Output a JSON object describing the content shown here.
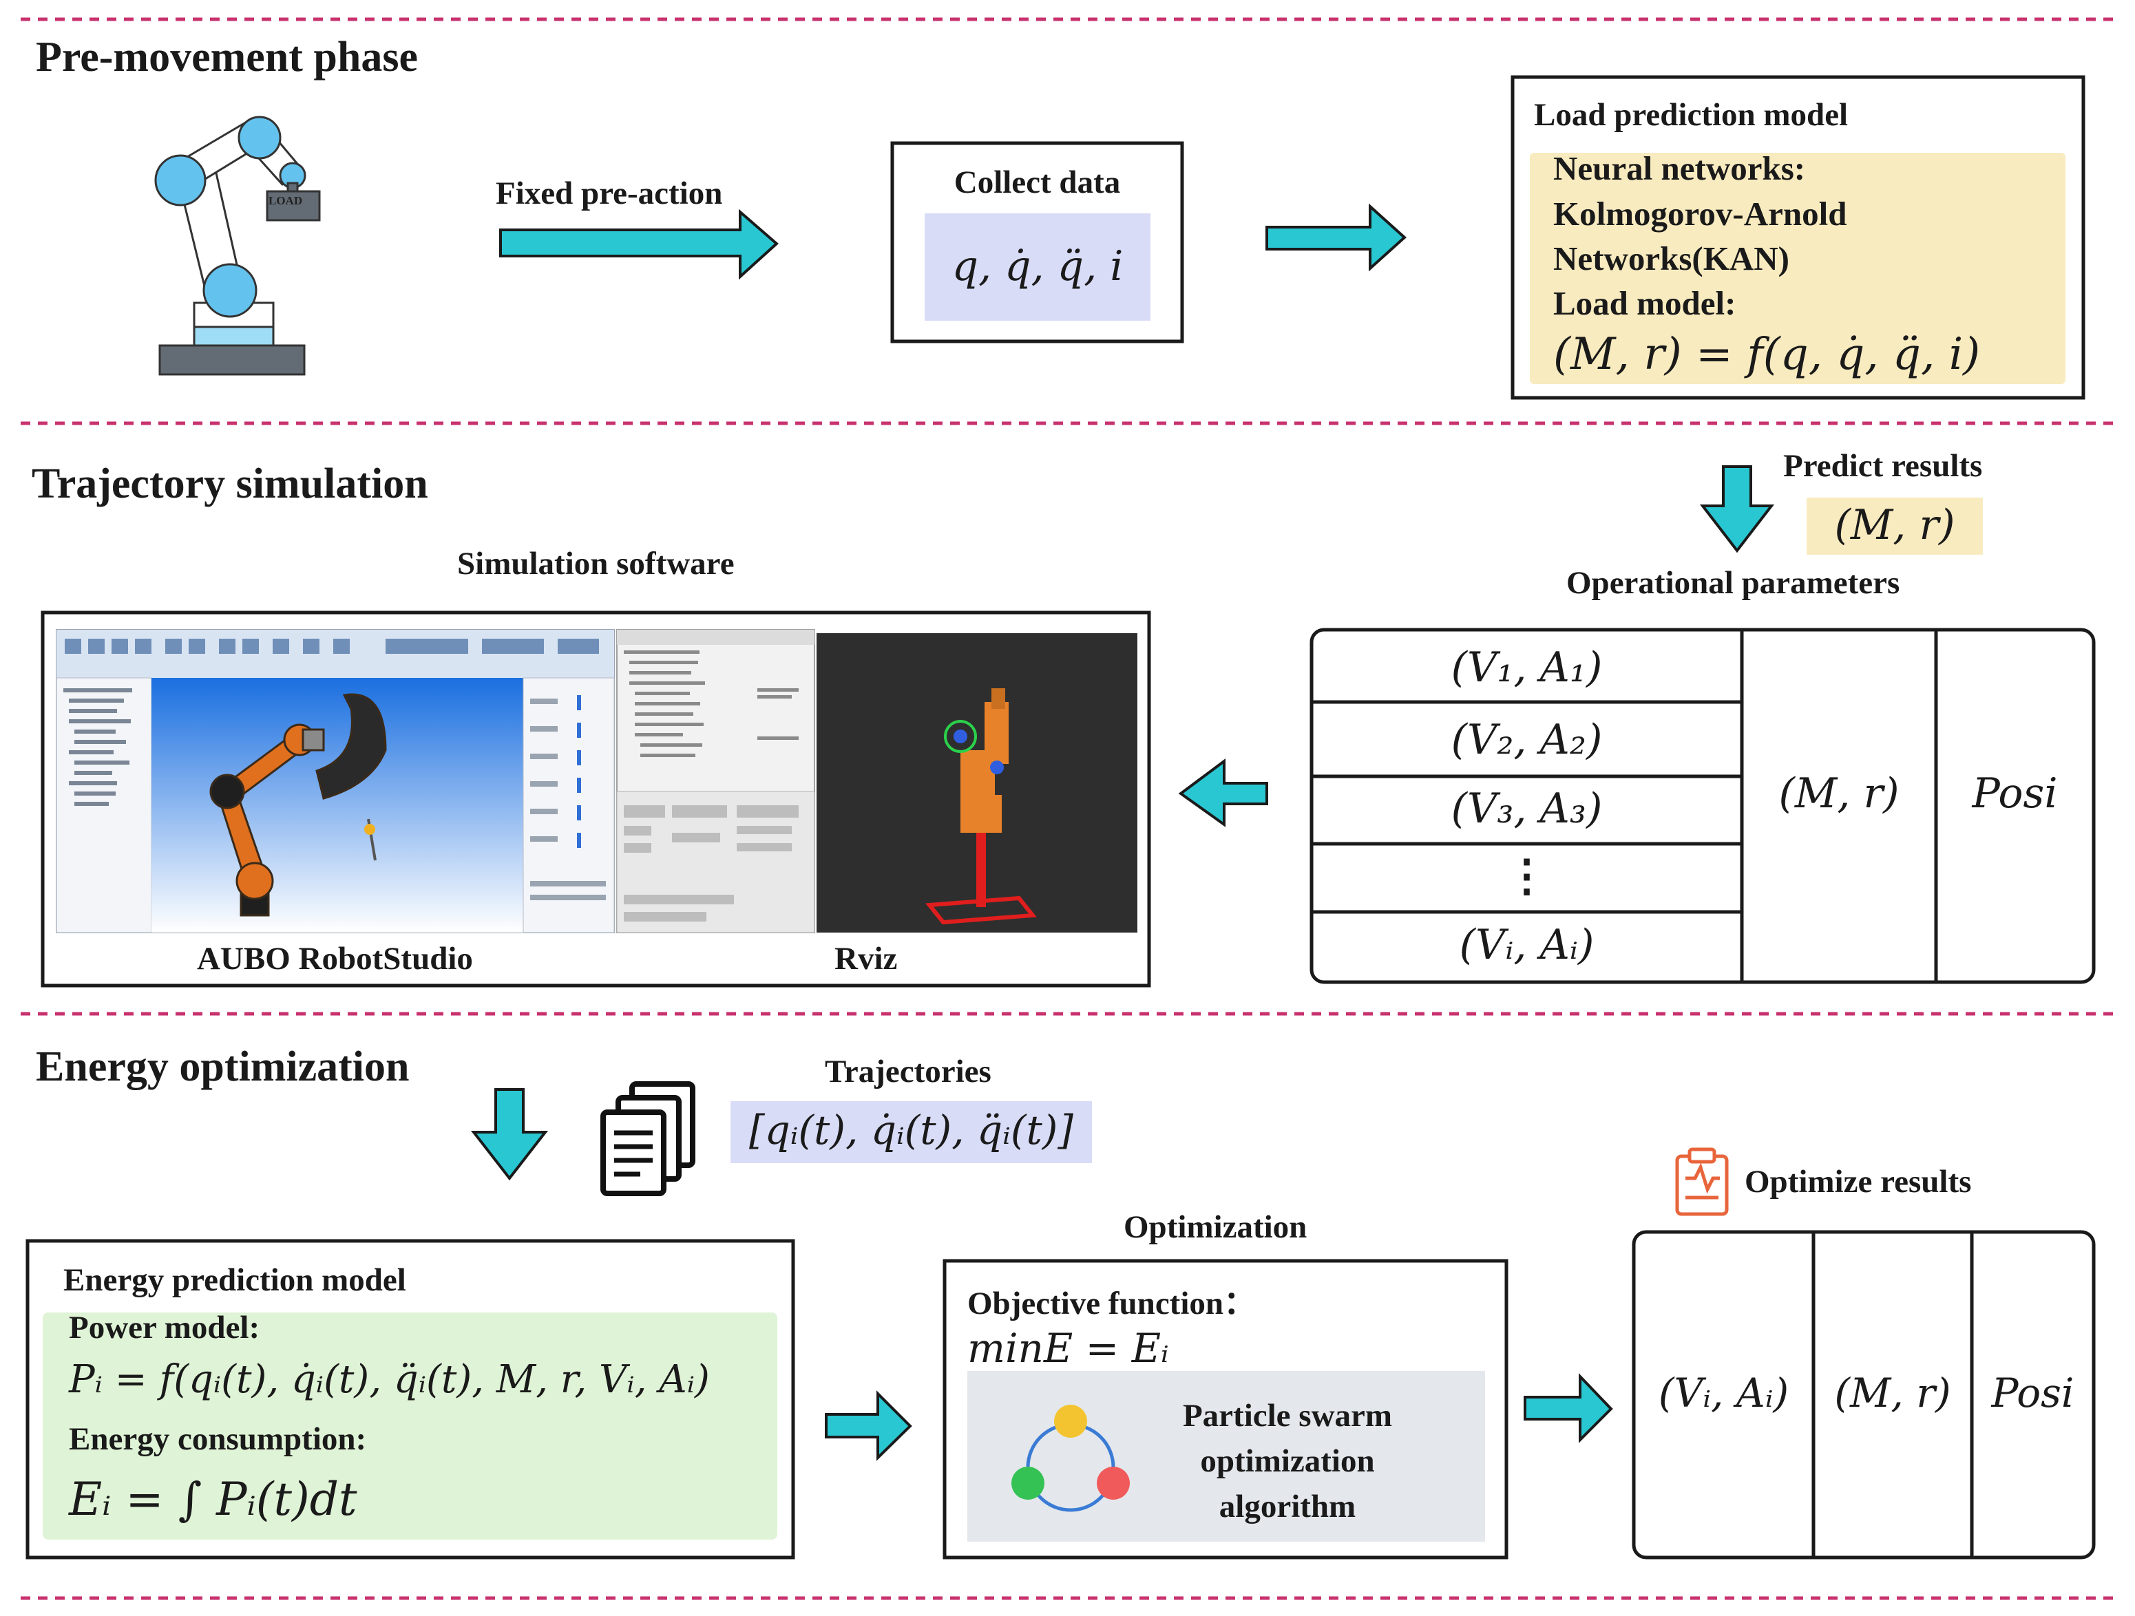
{
  "sections": {
    "pre_movement": "Pre-movement phase",
    "trajectory": "Trajectory simulation",
    "energy": "Energy optimization"
  },
  "pre_movement": {
    "load_label": "LOAD",
    "fixed_pre_action": "Fixed pre-action",
    "collect_data": {
      "title": "Collect data",
      "formula": "q, q̇, q̈, i"
    },
    "load_prediction_model": {
      "title": "Load prediction model",
      "nn_label": "Neural networks:",
      "nn_line1": "Kolmogorov-Arnold",
      "nn_line2": "Networks(KAN)",
      "load_model_label": "Load model:",
      "formula": "(M, r) = f(q, q̇, q̈, i)"
    }
  },
  "trajectory": {
    "predict_results": "Predict results",
    "predict_formula": "(M, r)",
    "operational_parameters": "Operational parameters",
    "table_rows": [
      "(V₁, A₁)",
      "(V₂, A₂)",
      "(V₃, A₃)",
      "⋮",
      "(Vᵢ, Aᵢ)"
    ],
    "table_col2": "(M, r)",
    "table_col3": "Posi",
    "simulation_software": "Simulation software",
    "aubo_label": "AUBO RobotStudio",
    "rviz_label": "Rviz"
  },
  "energy": {
    "trajectories": "Trajectories",
    "trajectories_formula": "[qᵢ(t), q̇ᵢ(t), q̈ᵢ(t)]",
    "energy_model": {
      "title": "Energy prediction model",
      "power_label": "Power model:",
      "power_formula": "Pᵢ = f(qᵢ(t), q̇ᵢ(t), q̈ᵢ(t), M, r, Vᵢ, Aᵢ)",
      "consumption_label": "Energy consumption:",
      "consumption_formula": "Eᵢ = ∫ Pᵢ(t)dt"
    },
    "optimization": {
      "title": "Optimization",
      "objective_label": "Objective function：",
      "objective_formula": "minE = Eᵢ",
      "pso_line1": "Particle swarm",
      "pso_line2": "optimization",
      "pso_line3": "algorithm"
    },
    "optimize_results": {
      "title": "Optimize results",
      "col1": "(Vᵢ, Aᵢ)",
      "col2": "(M, r)",
      "col3": "Posi"
    }
  },
  "colors": {
    "arrow": "#29c7d2",
    "divider": "#c8326e",
    "formula_purple": "#d9dcf7",
    "formula_yellow": "#f8ebbf",
    "formula_green": "#dff3d6",
    "pso_gray": "#e4e8ec",
    "joint_blue": "#64c3ee"
  },
  "icons": [
    "robot-arm-icon",
    "documents-icon",
    "clipboard-chart-icon",
    "particle-swarm-icon"
  ]
}
